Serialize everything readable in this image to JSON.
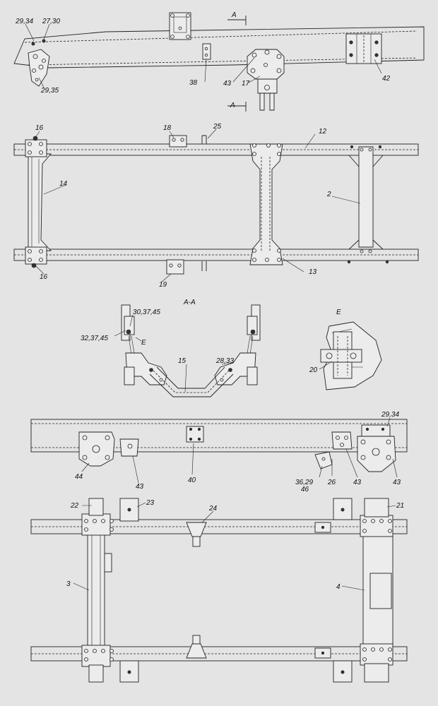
{
  "views": {
    "section_title": "A-A",
    "detail_title": "E",
    "section_marker_top": "A",
    "section_marker_bottom": "A"
  },
  "callouts": {
    "v1": [
      "29,34",
      "27,30",
      "29,35",
      "38",
      "43",
      "17",
      "42"
    ],
    "v2": [
      "16",
      "18",
      "25",
      "12",
      "14",
      "2",
      "13",
      "16",
      "19"
    ],
    "v3": [
      "30,37,45",
      "32,37,45",
      "E",
      "15",
      "28,33",
      "20"
    ],
    "v4": [
      "29,34",
      "44",
      "43",
      "40",
      "36,29",
      "46",
      "26",
      "43",
      "43"
    ],
    "v5": [
      "22",
      "23",
      "24",
      "21",
      "3",
      "4"
    ]
  }
}
